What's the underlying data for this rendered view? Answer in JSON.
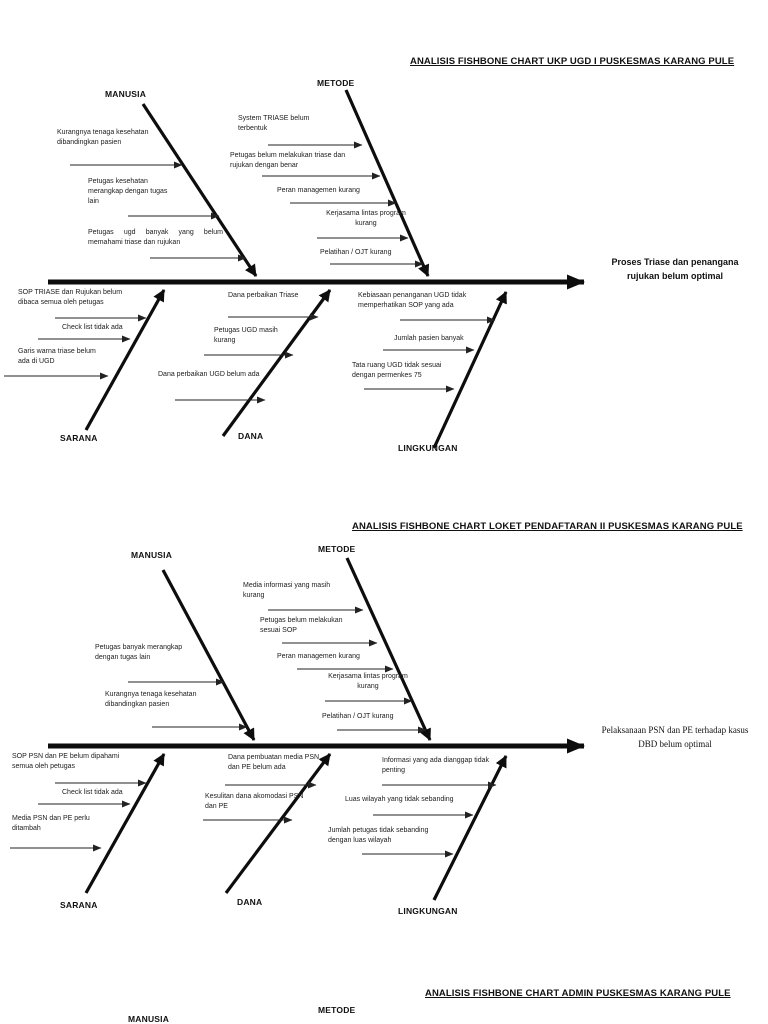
{
  "document": {
    "background": "#ffffff",
    "line_color": "#0d0d0d",
    "text_color": "#1c1c1c"
  },
  "diagrams": [
    {
      "title": "ANALISIS FISHBONE CHART UKP UGD I PUSKESMAS KARANG PULE",
      "effect": "Proses Triase dan penangana rujukan belum optimal",
      "categories": {
        "manusia": "MANUSIA",
        "metode": "METODE",
        "sarana": "SARANA",
        "dana": "DANA",
        "lingkungan": "LINGKUNGAN"
      },
      "causes": {
        "manusia": [
          "Kurangnya tenaga kesehatan dibandingkan pasien",
          "Petugas kesehatan merangkap dengan tugas lain",
          "Petugas ugd banyak yang belum memahami triase dan rujukan"
        ],
        "metode": [
          "System TRIASE belum terbentuk",
          "Petugas belum melakukan triase dan rujukan dengan benar",
          "Peran managemen kurang",
          "Kerjasama lintas program kurang",
          "Pelatihan / OJT kurang"
        ],
        "sarana": [
          "SOP TRIASE dan Rujukan belum dibaca semua oleh petugas",
          "Check list tidak ada",
          "Garis warna triase belum ada di UGD"
        ],
        "dana": [
          "Dana perbaikan Triase",
          "Petugas UGD masih kurang",
          "Dana perbaikan UGD belum ada"
        ],
        "lingkungan": [
          "Kebiasaan penanganan UGD tidak memperhatikan SOP yang ada",
          "Jumlah pasien banyak",
          "Tata ruang UGD tidak sesuai dengan permenkes 75"
        ]
      }
    },
    {
      "title": "ANALISIS FISHBONE CHART LOKET PENDAFTARAN II PUSKESMAS KARANG PULE",
      "effect": "Pelaksanaan PSN dan PE terhadap kasus DBD belum optimal",
      "categories": {
        "manusia": "MANUSIA",
        "metode": "METODE",
        "sarana": "SARANA",
        "dana": "DANA",
        "lingkungan": "LINGKUNGAN"
      },
      "causes": {
        "manusia": [
          "Petugas banyak merangkap dengan tugas lain",
          "Kurangnya tenaga kesehatan dibandingkan pasien"
        ],
        "metode": [
          "Media informasi yang masih kurang",
          "Petugas belum melakukan sesuai SOP",
          "Peran managemen kurang",
          "Kerjasama lintas program kurang",
          "Pelatihan / OJT kurang"
        ],
        "sarana": [
          "SOP PSN dan PE belum dipahami semua oleh petugas",
          "Check list tidak ada",
          "Media PSN dan PE perlu ditambah"
        ],
        "dana": [
          "Dana pembuatan media PSN dan PE belum ada",
          "Kesulitan dana akomodasi PSN dan PE"
        ],
        "lingkungan": [
          "Informasi yang ada dianggap tidak penting",
          "Luas wilayah yang tidak sebanding",
          "Jumlah petugas tidak sebanding dengan luas wilayah"
        ]
      }
    },
    {
      "title": "ANALISIS FISHBONE CHART ADMIN PUSKESMAS KARANG PULE",
      "categories": {
        "manusia": "MANUSIA",
        "metode": "METODE"
      }
    }
  ]
}
